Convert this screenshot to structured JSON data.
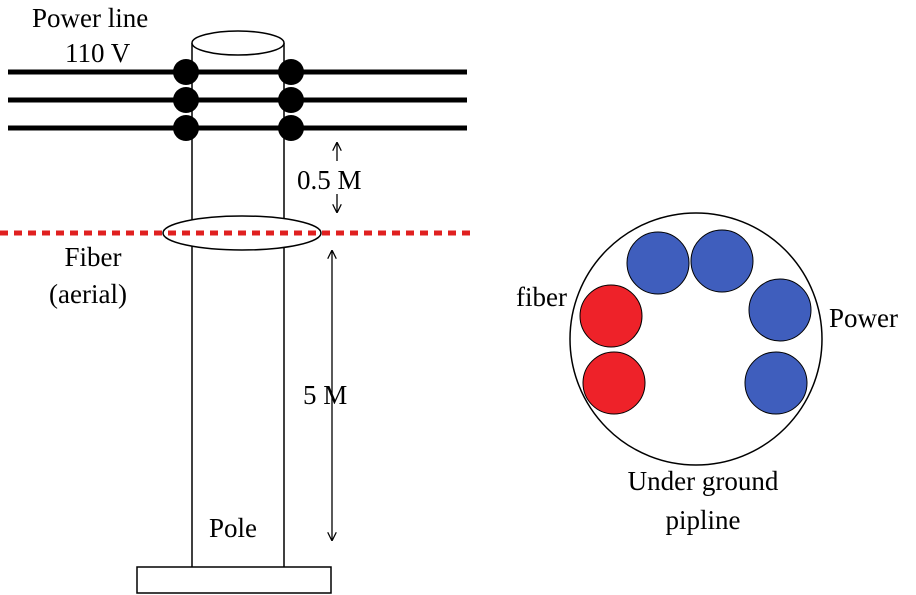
{
  "labels": {
    "power_line": "Power line",
    "voltage": "110 V",
    "gap_distance": "0.5 M",
    "fiber_aerial_1": "Fiber",
    "fiber_aerial_2": "(aerial)",
    "height_distance": "5 M",
    "pole": "Pole",
    "fiber": "fiber",
    "power": "Power",
    "underground_1": "Under ground",
    "underground_2": "pipline"
  },
  "colors": {
    "line": "#000000",
    "fiber_dash": "#e02020",
    "fiber_duct": "#ee2229",
    "power_duct": "#3f5ebd",
    "background": "#ffffff"
  },
  "pipeline": {
    "fiber_ducts": 2,
    "power_ducts": 4
  }
}
